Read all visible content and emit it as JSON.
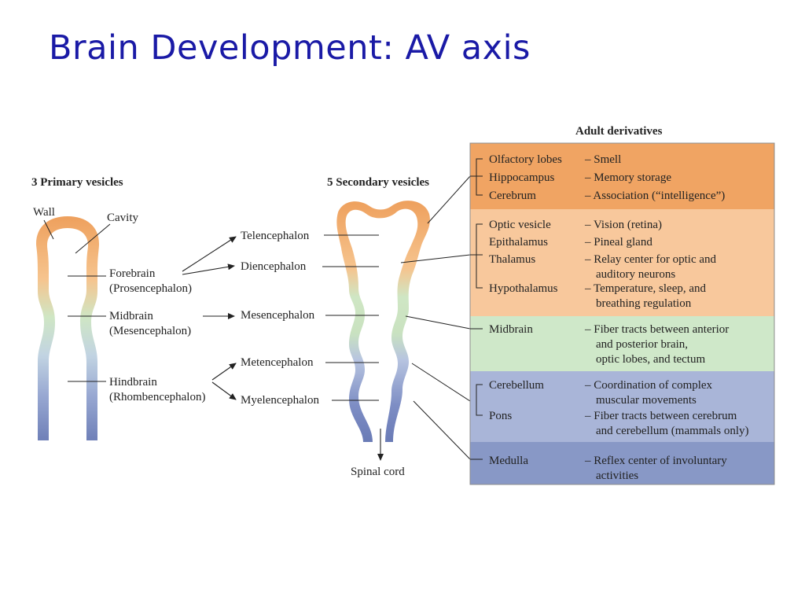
{
  "slide": {
    "title": "Brain Development: AV axis"
  },
  "primary": {
    "heading": "3 Primary vesicles",
    "wall": "Wall",
    "cavity": "Cavity",
    "forebrain": [
      "Forebrain",
      "(Prosencephalon)"
    ],
    "midbrain": [
      "Midbrain",
      "(Mesencephalon)"
    ],
    "hindbrain": [
      "Hindbrain",
      "(Rhombencephalon)"
    ]
  },
  "secondary": {
    "heading": "5 Secondary vesicles",
    "telencephalon": "Telencephalon",
    "diencephalon": "Diencephalon",
    "mesencephalon": "Mesencephalon",
    "metencephalon": "Metencephalon",
    "myelencephalon": "Myelencephalon",
    "spinal_cord": "Spinal cord"
  },
  "adult": {
    "heading": "Adult derivatives",
    "colors": {
      "orange_dark": "#f0a463",
      "orange_light": "#f8c89c",
      "green": "#cfe8c9",
      "blue": "#a9b5d8",
      "blue_dark": "#8898c6",
      "border": "#8c8c8c"
    },
    "rows": [
      {
        "structure": "Olfactory lobes",
        "func": [
          "– Smell"
        ]
      },
      {
        "structure": "Hippocampus",
        "func": [
          "– Memory storage"
        ]
      },
      {
        "structure": "Cerebrum",
        "func": [
          "– Association (“intelligence”)"
        ]
      },
      {
        "structure": "Optic vesicle",
        "func": [
          "– Vision (retina)"
        ]
      },
      {
        "structure": "Epithalamus",
        "func": [
          "– Pineal gland"
        ]
      },
      {
        "structure": "Thalamus",
        "func": [
          "– Relay center for optic and",
          "auditory neurons"
        ]
      },
      {
        "structure": "Hypothalamus",
        "func": [
          "– Temperature, sleep, and",
          "breathing regulation"
        ]
      },
      {
        "structure": "Midbrain",
        "func": [
          "– Fiber tracts between anterior",
          "and posterior brain,",
          "optic lobes, and tectum"
        ]
      },
      {
        "structure": "Cerebellum",
        "func": [
          "– Coordination of complex",
          "muscular movements"
        ]
      },
      {
        "structure": "Pons",
        "func": [
          "– Fiber tracts between cerebrum",
          "and cerebellum (mammals only)"
        ]
      },
      {
        "structure": "Medulla",
        "func": [
          "– Reflex center of involuntary",
          "activities"
        ]
      }
    ]
  }
}
